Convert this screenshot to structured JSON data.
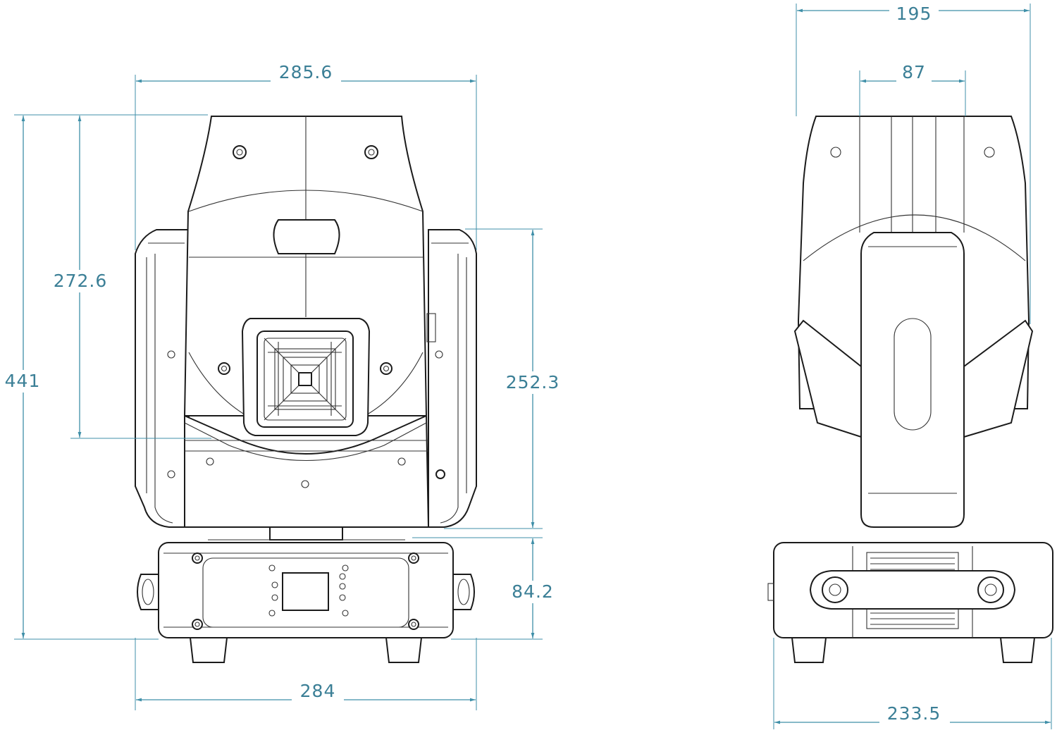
{
  "dimensions": {
    "front_top_width": "285.6",
    "front_total_height": "441",
    "front_head_height": "272.6",
    "front_yoke_height": "252.3",
    "front_base_height": "84.2",
    "front_base_width": "284",
    "side_top_width": "195",
    "side_inner_width": "87",
    "side_base_width": "233.5"
  },
  "colors": {
    "dimension": "#3f8fa8",
    "outline": "#1b1b1b"
  }
}
